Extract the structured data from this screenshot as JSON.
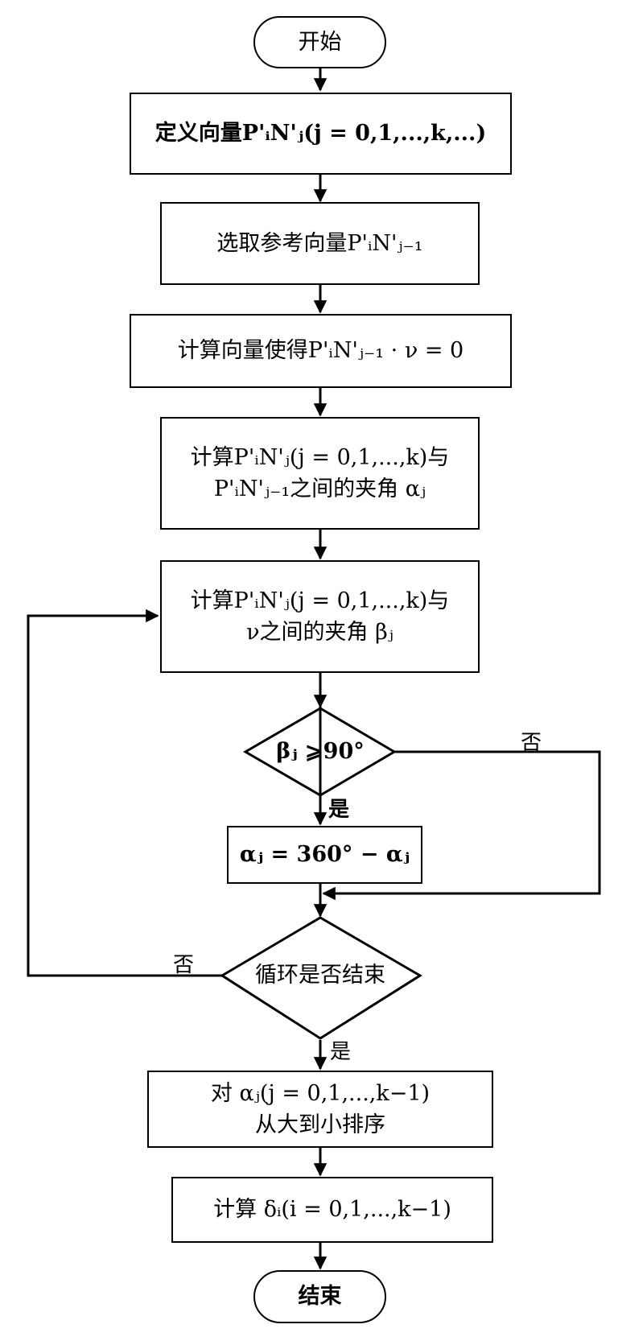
{
  "nodes": {
    "start": "开始",
    "define_vector": "定义向量P'ᵢN'ⱼ(j = 0,1,...,k,...)",
    "select_reference": "选取参考向量P'ᵢN'ⱼ₋₁",
    "compute_vector": "计算向量使得P'ᵢN'ⱼ₋₁ · ν = 0",
    "compute_alpha": {
      "line1": "计算P'ᵢN'ⱼ(j = 0,1,...,k)与",
      "line2": "P'ᵢN'ⱼ₋₁之间的夹角 αⱼ"
    },
    "compute_beta": {
      "line1": "计算P'ᵢN'ⱼ(j = 0,1,...,k)与",
      "line2": "ν之间的夹角 βⱼ"
    },
    "decision_beta": "βⱼ ⩾90°",
    "update_alpha": "αⱼ = 360° − αⱼ",
    "decision_loop": "循环是否结束",
    "sort_alpha": {
      "line1": "对 αⱼ(j = 0,1,...,k−1)",
      "line2": "从大到小排序"
    },
    "compute_delta": "计算 δᵢ(i = 0,1,...,k−1)",
    "end": "结束"
  },
  "edge_labels": {
    "beta_no": "否",
    "beta_yes": "是",
    "loop_no": "否",
    "loop_yes": "是"
  },
  "colors": {
    "stroke": "#000000",
    "background": "#ffffff"
  }
}
